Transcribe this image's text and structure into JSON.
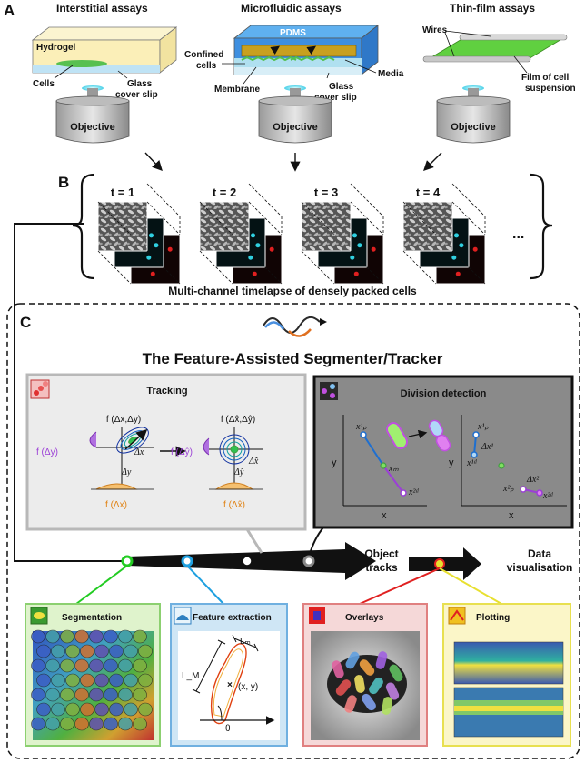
{
  "panel_a": {
    "letter": "A",
    "interstitial": {
      "title": "Interstitial assays",
      "hydrogel": "Hydrogel",
      "cells": "Cells",
      "glass_line1": "Glass",
      "glass_line2": "cover slip",
      "objective": "Objective"
    },
    "microfluidic": {
      "title": "Microfluidic assays",
      "pdms": "PDMS",
      "confined_line1": "Confined",
      "confined_line2": "cells",
      "membrane": "Membrane",
      "media": "Media",
      "glass_line1": "Glass",
      "glass_line2": "cover slip",
      "objective": "Objective"
    },
    "thinfilm": {
      "title": "Thin-film assays",
      "wires": "Wires",
      "film_line1": "Film of cell",
      "film_line2": "suspension",
      "objective": "Objective"
    }
  },
  "panel_b": {
    "letter": "B",
    "timepoints": [
      "t = 1",
      "t = 2",
      "t = 3",
      "t = 4"
    ],
    "ellipsis": "...",
    "caption": "Multi-channel timelapse of densely packed cells"
  },
  "panel_c": {
    "letter": "C",
    "title": "The Feature-Assisted Segmenter/Tracker",
    "tracking": {
      "title": "Tracking",
      "f_dxdy": "f (Δx,Δy)",
      "f_dy": "f (Δy)",
      "dx": "Δx",
      "dy": "Δy",
      "f_dx": "f (Δx)",
      "f_dxdy_hat": "f (Δx̂,Δŷ)",
      "f_dy_hat": "f (Δŷ)",
      "dx_hat": "Δx̂",
      "dy_hat": "Δŷ",
      "f_dx_hat": "f (Δx̂)"
    },
    "division": {
      "title": "Division detection",
      "y": "y",
      "x": "x",
      "xp1": "x¹ₚ",
      "xm": "xₘ",
      "xd2": "x²ᵈ",
      "dx1": "Δx¹",
      "xd1": "x¹ᵈ",
      "xp2": "x²ₚ",
      "dx2": "Δx²"
    },
    "object_tracks_line1": "Object",
    "object_tracks_line2": "tracks",
    "data_vis_line1": "Data",
    "data_vis_line2": "visualisation",
    "segmentation": "Segmentation",
    "feature_extraction": {
      "title": "Feature extraction",
      "lm": "Lₘ",
      "lM": "L_M",
      "xy": "(x, y)",
      "theta": "θ"
    },
    "overlays": "Overlays",
    "plotting": "Plotting"
  },
  "colors": {
    "segmentation": "#22cc22",
    "feature": "#1ea0e0",
    "overlays": "#e02020",
    "plotting": "#e8e030",
    "purple": "#9b3fd6",
    "orange": "#f0a030",
    "blue_node": "#1e6fd0"
  }
}
